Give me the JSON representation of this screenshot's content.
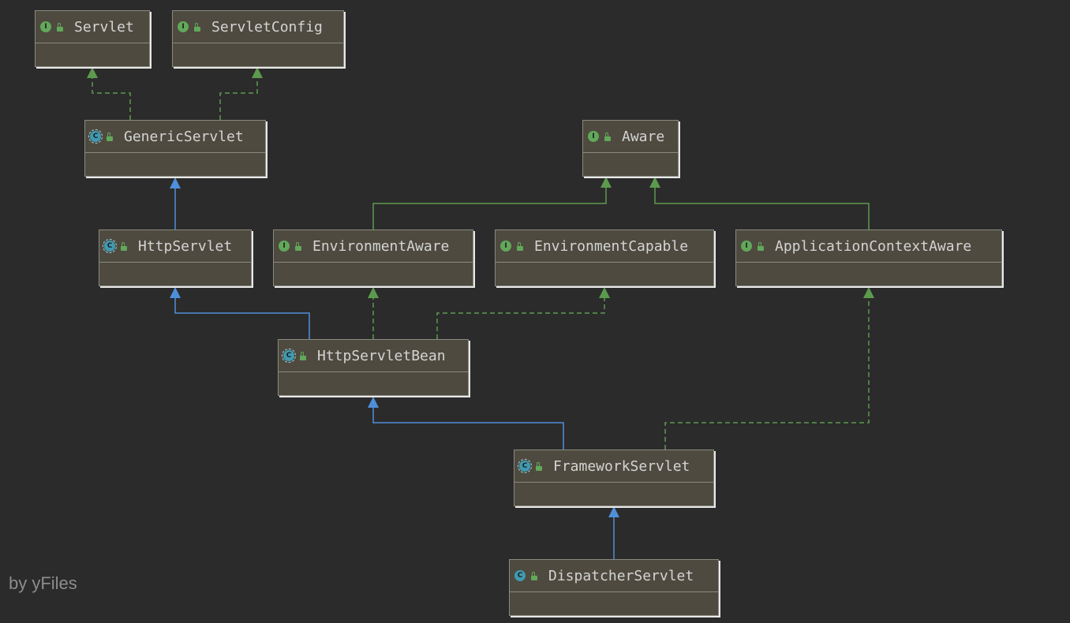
{
  "colors": {
    "background": "#2b2b2b",
    "node_fill": "#4e4a3f",
    "node_border": "#8a8a80",
    "interface_badge": "#62a85a",
    "class_badge": "#3f9ab1",
    "extends_edge": "#4f8fd9",
    "implements_edge": "#5c9a4e"
  },
  "nodes": [
    {
      "id": "servlet",
      "name": "Servlet",
      "kind": "interface",
      "icon": "interface-icon",
      "badge": "I"
    },
    {
      "id": "servlet-config",
      "name": "ServletConfig",
      "kind": "interface",
      "icon": "interface-icon",
      "badge": "I"
    },
    {
      "id": "generic-servlet",
      "name": "GenericServlet",
      "kind": "abstract-class",
      "icon": "abstract-class-icon",
      "badge": "C"
    },
    {
      "id": "aware",
      "name": "Aware",
      "kind": "interface",
      "icon": "interface-icon",
      "badge": "I"
    },
    {
      "id": "http-servlet",
      "name": "HttpServlet",
      "kind": "abstract-class",
      "icon": "abstract-class-icon",
      "badge": "C"
    },
    {
      "id": "environment-aware",
      "name": "EnvironmentAware",
      "kind": "interface",
      "icon": "interface-icon",
      "badge": "I"
    },
    {
      "id": "environment-capable",
      "name": "EnvironmentCapable",
      "kind": "interface",
      "icon": "interface-icon",
      "badge": "I"
    },
    {
      "id": "application-context-aware",
      "name": "ApplicationContextAware",
      "kind": "interface",
      "icon": "interface-icon",
      "badge": "I"
    },
    {
      "id": "http-servlet-bean",
      "name": "HttpServletBean",
      "kind": "abstract-class",
      "icon": "abstract-class-icon",
      "badge": "C"
    },
    {
      "id": "framework-servlet",
      "name": "FrameworkServlet",
      "kind": "abstract-class",
      "icon": "abstract-class-icon",
      "badge": "C"
    },
    {
      "id": "dispatcher-servlet",
      "name": "DispatcherServlet",
      "kind": "class",
      "icon": "class-icon",
      "badge": "C"
    }
  ],
  "edges": [
    {
      "from": "generic-servlet",
      "to": "servlet",
      "type": "implements"
    },
    {
      "from": "generic-servlet",
      "to": "servlet-config",
      "type": "implements"
    },
    {
      "from": "http-servlet",
      "to": "generic-servlet",
      "type": "extends"
    },
    {
      "from": "environment-aware",
      "to": "aware",
      "type": "extends-interface"
    },
    {
      "from": "application-context-aware",
      "to": "aware",
      "type": "extends-interface"
    },
    {
      "from": "http-servlet-bean",
      "to": "http-servlet",
      "type": "extends"
    },
    {
      "from": "http-servlet-bean",
      "to": "environment-aware",
      "type": "implements"
    },
    {
      "from": "http-servlet-bean",
      "to": "environment-capable",
      "type": "implements"
    },
    {
      "from": "framework-servlet",
      "to": "http-servlet-bean",
      "type": "extends"
    },
    {
      "from": "framework-servlet",
      "to": "application-context-aware",
      "type": "implements"
    },
    {
      "from": "dispatcher-servlet",
      "to": "framework-servlet",
      "type": "extends"
    }
  ],
  "watermark": "by yFiles"
}
